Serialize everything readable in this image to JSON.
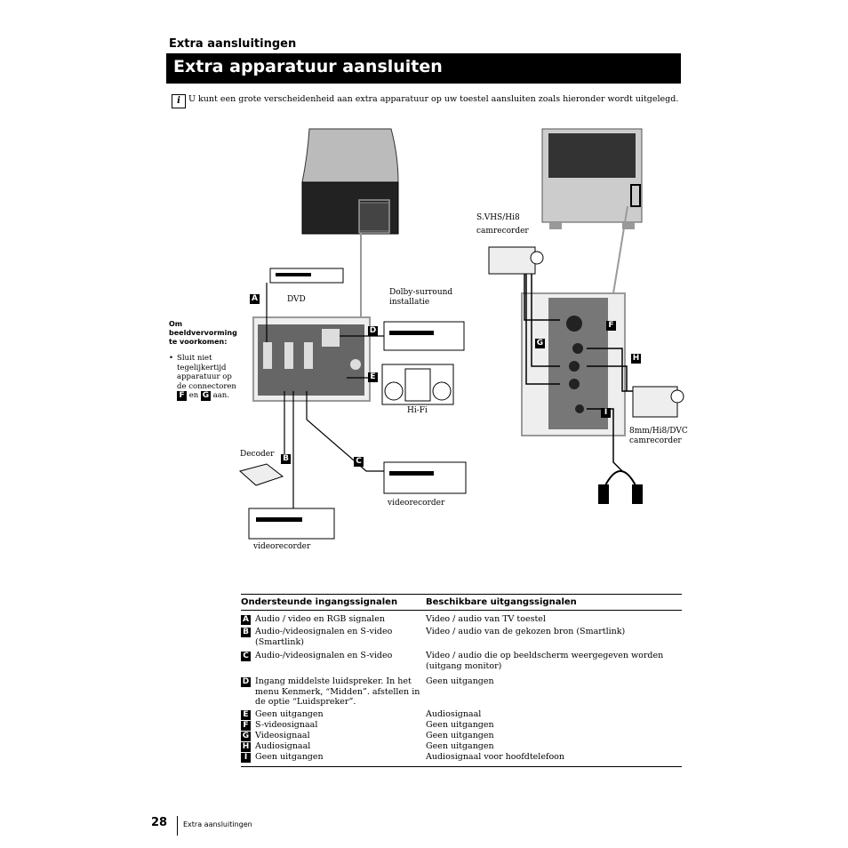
{
  "header": {
    "section_heading": "Extra aansluitingen",
    "page_title": "Extra apparatuur aansluiten"
  },
  "intro": {
    "icon": "info-icon",
    "text": "U kunt een grote verscheidenheid aan extra apparatuur op uw toestel aansluiten zoals hieronder wordt uitgelegd."
  },
  "diagram": {
    "dvd": "DVD",
    "dolby": [
      "Dolby-surround",
      "installatie"
    ],
    "hifi": "Hi-Fi",
    "decoder": "Decoder",
    "videorecorder_c": "videorecorder",
    "videorecorder_b": "videorecorder",
    "svhs": [
      "S.VHS/Hi8",
      "camrecorder"
    ],
    "cam8mm": [
      "8mm/Hi8/DVC",
      "camrecorder"
    ],
    "badges": {
      "a": "A",
      "b": "B",
      "c": "C",
      "d": "D",
      "e": "E",
      "f": "F",
      "g": "G",
      "h": "H",
      "i": "I"
    }
  },
  "note": {
    "title": "Om beeldvervorming te voorkomen:",
    "bullet_before": "Sluit niet tegelijkertijd apparatuur op de connectoren",
    "badge1": "F",
    "en": "en",
    "badge2": "G",
    "after": "aan."
  },
  "table": {
    "col1_header": "Ondersteunde ingangssignalen",
    "col2_header": "Beschikbare uitgangssignalen",
    "rows": [
      {
        "key": "A",
        "input": "Audio / video en RGB signalen",
        "output": "Video / audio van TV toestel"
      },
      {
        "key": "B",
        "input": "Audio-/videosignalen en S-video (Smartlink)",
        "output": "Video / audio van de gekozen bron (Smartlink)"
      },
      {
        "key": "C",
        "input": "Audio-/videosignalen en S-video",
        "output": "Video / audio die op beeldscherm weergegeven worden (uitgang monitor)"
      },
      {
        "key": "D",
        "input": "Ingang middelste luidspreker. In het menu Kenmerk, “Midden”. afstellen in de optie “Luidspreker”.",
        "output": "Geen uitgangen"
      },
      {
        "key": "E",
        "input": "Geen uitgangen",
        "output": "Audiosignaal"
      },
      {
        "key": "F",
        "input": "S-videosignaal",
        "output": "Geen uitgangen"
      },
      {
        "key": "G",
        "input": "Videosignaal",
        "output": "Geen uitgangen"
      },
      {
        "key": "H",
        "input": "Audiosignaal",
        "output": "Geen uitgangen"
      },
      {
        "key": "I",
        "input": "Geen uitgangen",
        "output": "Audiosignaal voor hoofdtelefoon"
      }
    ]
  },
  "footer": {
    "page_number": "28",
    "label": "Extra aansluitingen"
  }
}
